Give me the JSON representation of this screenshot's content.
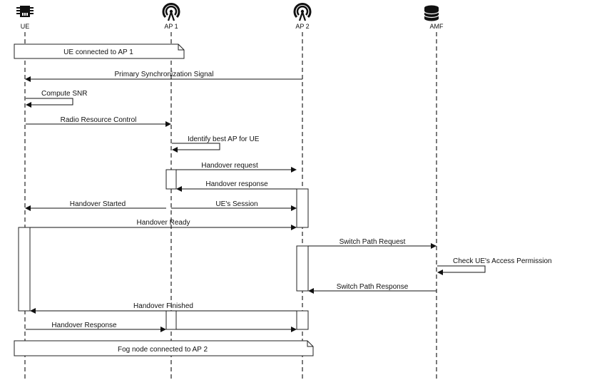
{
  "actors": [
    {
      "id": "ue",
      "label": "UE",
      "icon": "chip-icon"
    },
    {
      "id": "ap1",
      "label": "AP 1",
      "icon": "antenna-icon"
    },
    {
      "id": "ap2",
      "label": "AP 2",
      "icon": "antenna-icon"
    },
    {
      "id": "amf",
      "label": "AMF",
      "icon": "database-icon"
    }
  ],
  "notes": [
    {
      "text": "UE connected to AP 1"
    },
    {
      "text": "Fog node connected to AP 2"
    }
  ],
  "messages": [
    {
      "from": "ap2",
      "to": "ue",
      "label": "Primary Synchronization Signal"
    },
    {
      "from": "ue",
      "to": "ue",
      "label": "Compute SNR",
      "self": true
    },
    {
      "from": "ue",
      "to": "ap1",
      "label": "Radio Resource Control"
    },
    {
      "from": "ap1",
      "to": "ap1",
      "label": "Identify best AP for UE",
      "self": true
    },
    {
      "from": "ap1",
      "to": "ap2",
      "label": "Handover request"
    },
    {
      "from": "ap2",
      "to": "ap1",
      "label": "Handover response"
    },
    {
      "from": "ap1",
      "to": "ue",
      "label": "Handover Started"
    },
    {
      "from": "ap1",
      "to": "ap2",
      "label": "UE's Session"
    },
    {
      "from": "ue",
      "to": "ap2",
      "label": "Handover Ready"
    },
    {
      "from": "ap2",
      "to": "amf",
      "label": "Switch Path Request"
    },
    {
      "from": "amf",
      "to": "amf",
      "label": "Check UE's Access Permission",
      "self": true
    },
    {
      "from": "amf",
      "to": "ap2",
      "label": "Switch Path Response"
    },
    {
      "from": "ap2",
      "to": "ue",
      "label": "Handover Finished"
    },
    {
      "from": "ue",
      "to": "ap1",
      "label": "Handover Response"
    }
  ]
}
